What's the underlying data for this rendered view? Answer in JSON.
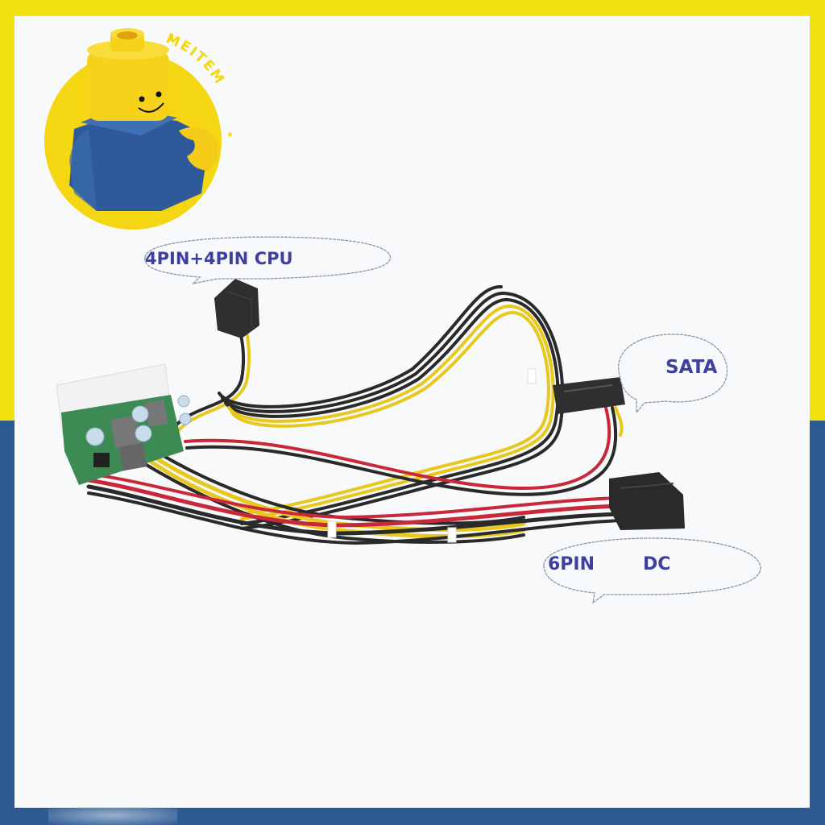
{
  "frame": {
    "top_color": "#F2E10F",
    "bottom_color": "#2C5B94",
    "panel_color": "#F8F9FB"
  },
  "logo": {
    "brand": "MEITEM",
    "icon": "minifigure-mascot-icon",
    "circle_color": "#F4D712",
    "figure_torso_color": "#2E5A9C"
  },
  "product": {
    "name": "pico-psu-cable-harness",
    "board_icon": "atx-24pin-pcb-icon",
    "wire_colors": {
      "yellow": "#E8C81E",
      "red": "#C8283A",
      "black": "#2A2A2A"
    }
  },
  "callouts": [
    {
      "id": "cpu",
      "label": "4PIN+4PIN CPU"
    },
    {
      "id": "sata",
      "label": "SATA"
    },
    {
      "id": "dc6pin",
      "label_left": "6PIN",
      "label_right": "DC"
    }
  ],
  "text_color": "#3E3FA0"
}
